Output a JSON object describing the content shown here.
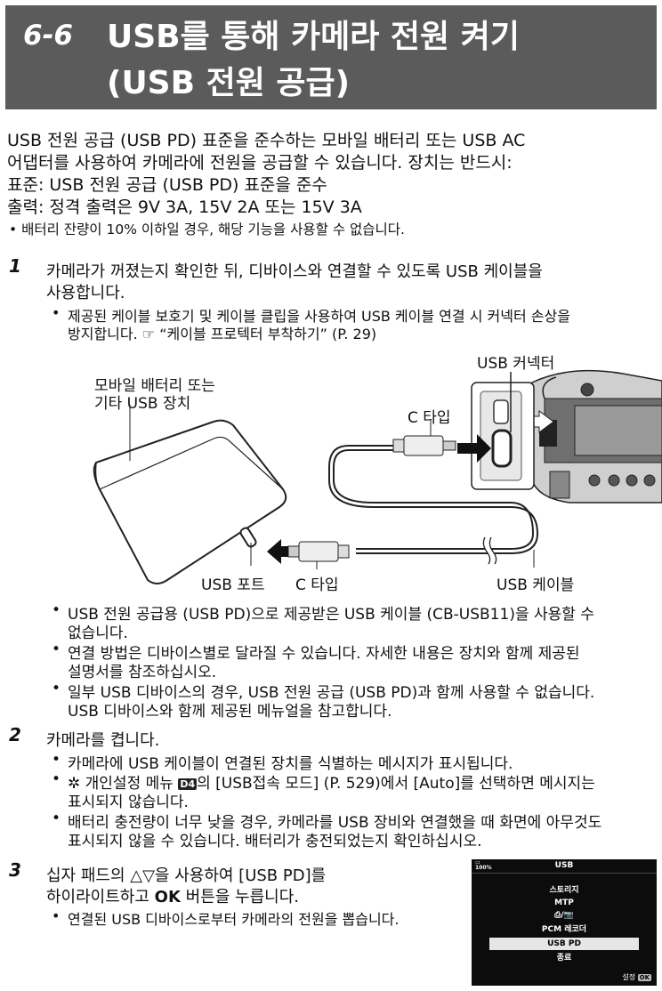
{
  "header": {
    "section_number": "6-6",
    "title_line1": "USB를 통해 카메라 전원 켜기",
    "title_line2": "(USB 전원 공급)"
  },
  "intro": {
    "line1": "USB 전원 공급 (USB PD) 표준을 준수하는 모바일 배터리 또는 USB AC",
    "line2": "어댑터를 사용하여 카메라에 전원을 공급할 수 있습니다. 장치는 반드시:",
    "line3": "표준:  USB 전원 공급 (USB PD) 표준을 준수",
    "line4": "출력:  정격 출력은 9V 3A, 15V 2A 또는 15V 3A",
    "note": "배터리 잔량이 10% 이하일 경우, 해당 기능을 사용할 수 없습니다."
  },
  "step1": {
    "number": "1",
    "line1": "카메라가 꺼졌는지 확인한 뒤, 디바이스와 연결할 수 있도록 USB 케이블을",
    "line2": "사용합니다.",
    "bullet1_line1": "제공된 케이블 보호기 및 케이블 클립을 사용하여 USB 케이블 연결 시 커넥터 손상을",
    "bullet1_line2_pre": "방지합니다.",
    "bullet1_ref_icon": "☞",
    "bullet1_ref": "“케이블 프로텍터 부착하기” (P. 29)"
  },
  "diagram": {
    "label_device_line1": "모바일 배터리 또는",
    "label_device_line2": "기타 USB 장치",
    "label_usb_connector": "USB 커넥터",
    "label_c_type_top": "C 타입",
    "label_usb_port": "USB 포트",
    "label_c_type_bottom": "C 타입",
    "label_usb_cable": "USB 케이블"
  },
  "notes_after_diagram": {
    "b1_line1": "USB 전원 공급용 (USB PD)으로 제공받은 USB 케이블 (CB-USB11)을 사용할 수",
    "b1_line2": "없습니다.",
    "b2_line1": "연결 방법은 디바이스별로 달라질 수 있습니다. 자세한 내용은 장치와 함께 제공된",
    "b2_line2": "설명서를 참조하십시오.",
    "b3_line1": "일부 USB 디바이스의 경우, USB 전원 공급 (USB PD)과 함께 사용할 수 없습니다.",
    "b3_line2": "USB 디바이스와 함께 제공된 메뉴얼을 참고합니다."
  },
  "step2": {
    "number": "2",
    "line1": "카메라를 켭니다.",
    "b1": "카메라에 USB 케이블이 연결된 장치를 식별하는 메시지가 표시됩니다.",
    "b2_icon": "✲",
    "b2_pre": " 개인설정 메뉴 ",
    "b2_menu_icon": "D4",
    "b2_post": "의 [USB접속 모드] (P. 529)에서 [Auto]를 선택하면 메시지는",
    "b2_line2": "표시되지 않습니다.",
    "b3_line1": "배터리 충전량이 너무 낮을 경우, 카메라를 USB 장비와 연결했을 때 화면에 아무것도",
    "b3_line2": "표시되지 않을 수 있습니다. 배터리가 충전되었는지 확인하십시오."
  },
  "step3": {
    "number": "3",
    "line1": "십자 패드의 △▽을 사용하여 [USB PD]를",
    "line2_pre": "하이라이트하고 ",
    "line2_ok": "OK",
    "line2_post": " 버튼을 누릅니다.",
    "b1": "연결된 USB 디바이스로부터 카메라의 전원을 뽑습니다."
  },
  "camera_menu": {
    "title": "USB",
    "battery": "100%",
    "items": [
      "스토리지",
      "MTP",
      "⎙/📷",
      "PCM 레코더",
      "USB PD",
      "종료"
    ],
    "selected_index": 4,
    "footer_label": "설정",
    "footer_ok": "OK"
  }
}
